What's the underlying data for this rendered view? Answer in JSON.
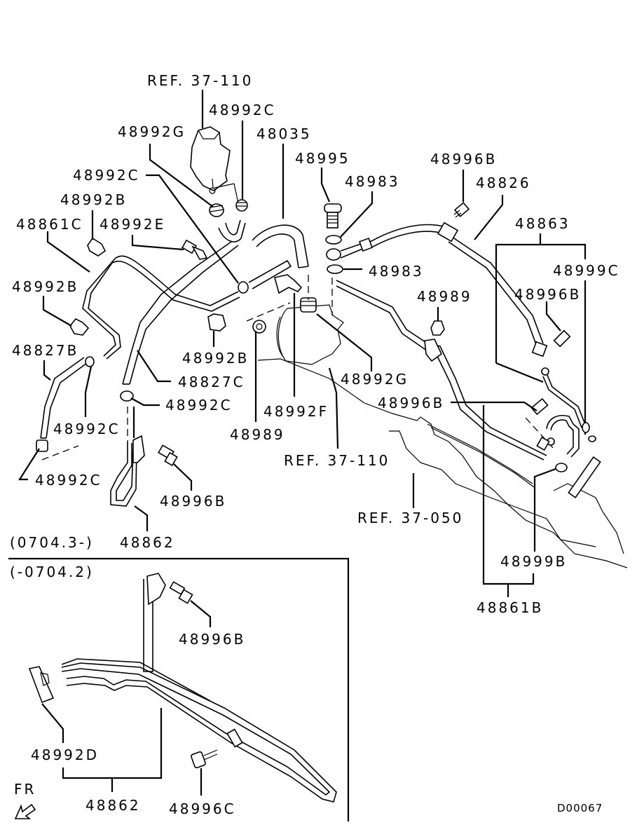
{
  "diagram": {
    "type": "parts-exploded-view",
    "subject": "power steering hoses and pipes",
    "diagram_code": "D00067",
    "direction_indicator": "FR",
    "inset": {
      "applies_to": "(-0704.2)",
      "main_applies_to": "(0704.3-)"
    },
    "labels": {
      "ref_37_110_top": "REF. 37-110",
      "p48992C_a": "48992C",
      "p48992G_a": "48992G",
      "p48035": "48035",
      "p48995": "48995",
      "p48983_a": "48983",
      "p48996B_a": "48996B",
      "p48826": "48826",
      "p48992C_b": "48992C",
      "p48992B_a": "48992B",
      "p48861C": "48861C",
      "p48992E": "48992E",
      "p48863": "48863",
      "p48983_b": "48983",
      "p48999C": "48999C",
      "p48989_a": "48989",
      "p48996B_b": "48996B",
      "p48992B_b": "48992B",
      "p48827B": "48827B",
      "p48992B_c": "48992B",
      "p48827C": "48827C",
      "p48992G_b": "48992G",
      "p48992C_c": "48992C",
      "p48992F": "48992F",
      "p48996B_c": "48996B",
      "p48992C_d": "48992C",
      "p48989_b": "48989",
      "ref_37_110_mid": "REF. 37-110",
      "p48992C_e": "48992C",
      "p48996B_d": "48996B",
      "ref_37_050": "REF. 37-050",
      "p48862_a": "48862",
      "p48999B": "48999B",
      "p48861B": "48861B",
      "p48996B_e": "48996B",
      "p48992D": "48992D",
      "p48862_b": "48862",
      "p48996C": "48996C"
    }
  }
}
